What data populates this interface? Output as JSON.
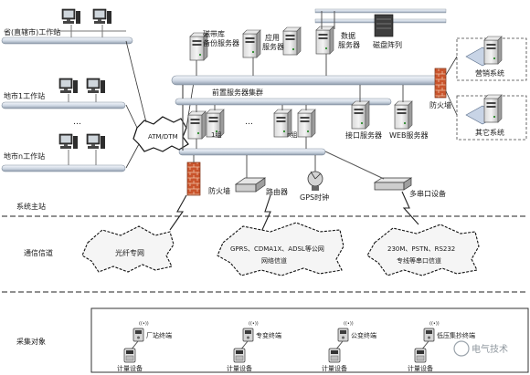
{
  "stations": {
    "province": "省(直辖市)工作站",
    "city1": "地市1工作站",
    "citym": "地市n工作站",
    "dots": "…"
  },
  "cloud_atm": "ATM/DTM",
  "servers": {
    "tape": [
      "磁带库",
      "备份服务器"
    ],
    "app": [
      "应用",
      "服务器"
    ],
    "db": [
      "数据",
      "服务器"
    ],
    "disk_array": "磁盘阵列",
    "frontend_cluster": "前置服务器集群",
    "group1": "1组",
    "groupn": "n组",
    "dots": "…",
    "interface": "接口服务器",
    "web": "WEB服务器"
  },
  "firewall_top": "防火墙",
  "ext_systems": {
    "marketing": "营销系统",
    "other": "其它系统"
  },
  "lower_devices": {
    "firewall": "防火墙",
    "router": "路由器",
    "gps": "GPS时钟",
    "multiport": "多串口设备"
  },
  "sections": {
    "master": "系统主站",
    "channel": "通信信道",
    "collect": "采集对象"
  },
  "clouds": {
    "fiber": "光纤专网",
    "public": [
      "GPRS、CDMA1X、ADSL等公网",
      "网络信道"
    ],
    "serial": [
      "230M、PSTN、RS232",
      "专线等串口信道"
    ]
  },
  "terminals": [
    "厂站终端",
    "专变终端",
    "公变终端",
    "低压集抄终端"
  ],
  "meters": [
    "计量设备",
    "计量设备",
    "计量设备",
    "计量设备"
  ],
  "antenna_glyph": "((•))",
  "watermark": "电气技术",
  "colors": {
    "bus_light": "#e4eaf2",
    "bus_dark": "#9aa8b8",
    "firewall": "#c9542c",
    "cloud_fill": "#f5f5f5"
  }
}
